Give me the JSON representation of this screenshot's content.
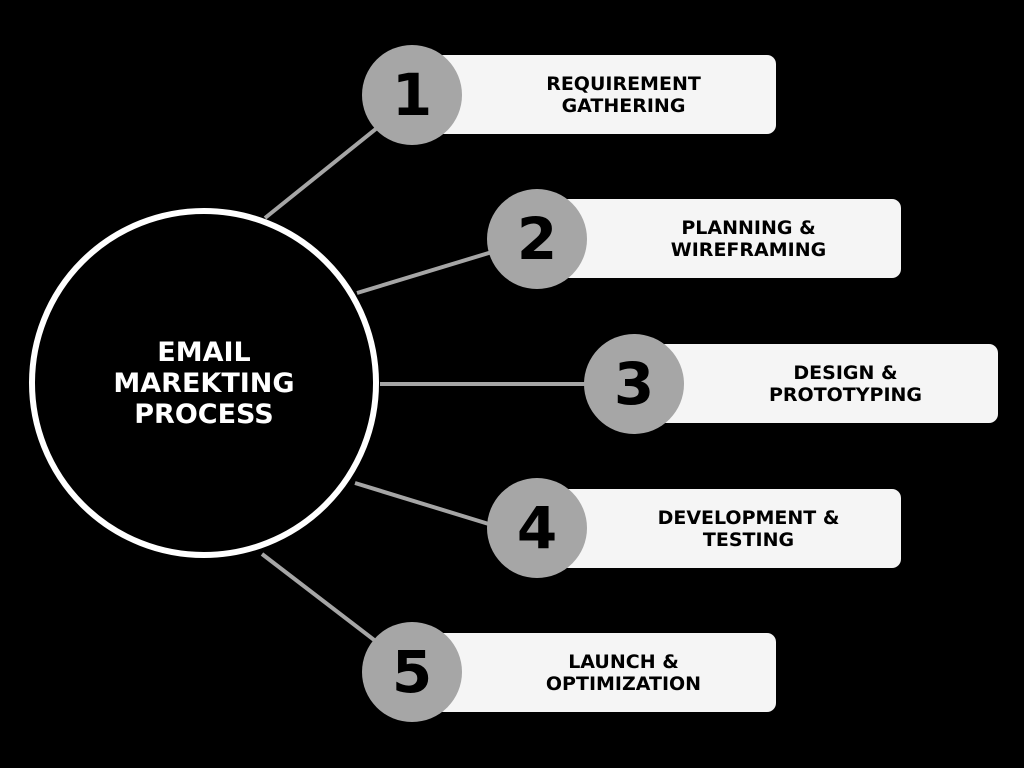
{
  "title_lines": [
    "EMAIL",
    "MAREKTING",
    "PROCESS"
  ],
  "steps": [
    {
      "number": "1",
      "lines": [
        "REQUIREMENT",
        "GATHERING"
      ]
    },
    {
      "number": "2",
      "lines": [
        "PLANNING &",
        "WIREFRAMING"
      ]
    },
    {
      "number": "3",
      "lines": [
        "DESIGN &",
        "PROTOTYPING"
      ]
    },
    {
      "number": "4",
      "lines": [
        "DEVELOPMENT &",
        "TESTING"
      ]
    },
    {
      "number": "5",
      "lines": [
        "LAUNCH &",
        "OPTIMIZATION"
      ]
    }
  ],
  "colors": {
    "background": "#000000",
    "number_circle": "#a6a6a6",
    "box": "#f5f5f5",
    "connector": "#a6a6a6",
    "hub_border": "#ffffff"
  }
}
